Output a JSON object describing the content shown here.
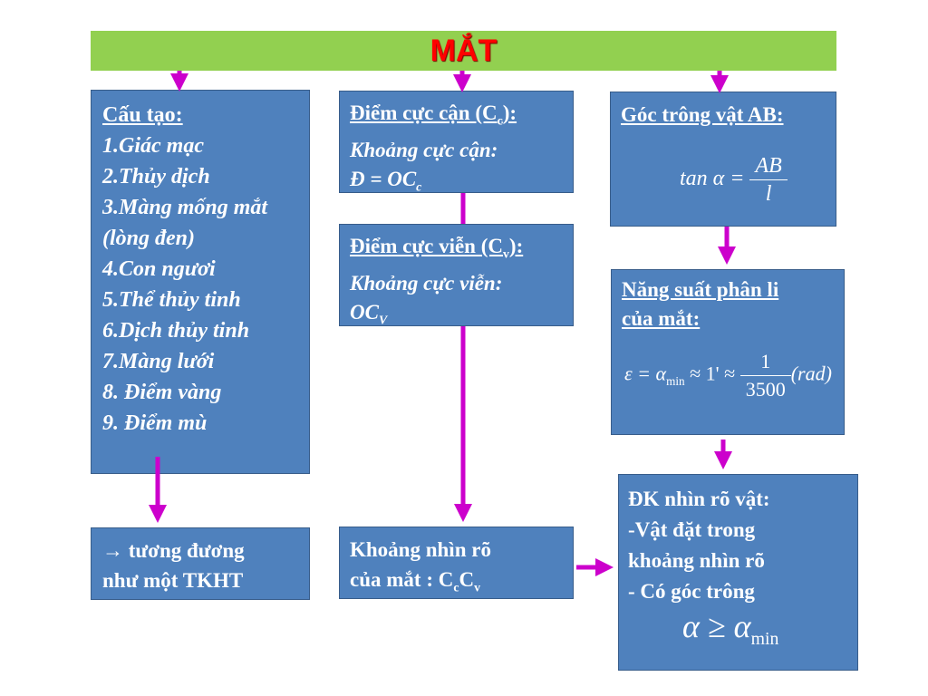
{
  "title": "MẮT",
  "structure": {
    "heading": "Cấu tạo:",
    "items": [
      "1.Giác mạc",
      "2.Thủy dịch",
      "3.Màng mống mắt",
      "(lòng đen)",
      "4.Con ngươi",
      "5.Thể thủy tinh",
      "6.Dịch thủy tinh",
      "7.Màng lưới",
      "8. Điểm vàng",
      "9. Điểm mù"
    ]
  },
  "near_point": {
    "heading_pre": "Điểm cực cận (C",
    "heading_sub": "c",
    "heading_post": "):",
    "line2": "Khoảng cực cận:",
    "line3_pre": "Đ = OC",
    "line3_sub": "c"
  },
  "far_point": {
    "heading_pre": "Điểm cực viễn (C",
    "heading_sub": "v",
    "heading_post": "):",
    "line2": "Khoảng cực viễn:",
    "line3_pre": "OC",
    "line3_sub": "V"
  },
  "viewing_angle": {
    "heading": "Góc trông vật AB:",
    "formula_lhs": "tan α =",
    "formula_num": "AB",
    "formula_den": "l"
  },
  "resolving_power": {
    "line1": "Năng suất phân li",
    "line2": "của mắt:",
    "formula_lhs": "ε = α",
    "formula_lhs_sub": "min",
    "formula_mid": " ≈ 1' ≈ ",
    "formula_num": "1",
    "formula_den": "3500",
    "formula_unit": "(rad)"
  },
  "equivalent": {
    "line1": "→ tương đương",
    "line2": "như một TKHT"
  },
  "clear_range": {
    "line1": "Khoảng nhìn rõ",
    "line2_pre": "của mắt : C",
    "line2_sub1": "c",
    "line2_mid": "C",
    "line2_sub2": "v"
  },
  "condition": {
    "heading": "ĐK nhìn rõ vật:",
    "line2": "-Vật đặt trong",
    "line3": "khoảng nhìn rõ",
    "line4": "- Có góc trông",
    "formula_pre": "α ≥ α",
    "formula_sub": "min"
  },
  "colors": {
    "banner": "#92d050",
    "title": "#ff0000",
    "box": "#4f81bd",
    "arrow": "#cc00cc"
  }
}
